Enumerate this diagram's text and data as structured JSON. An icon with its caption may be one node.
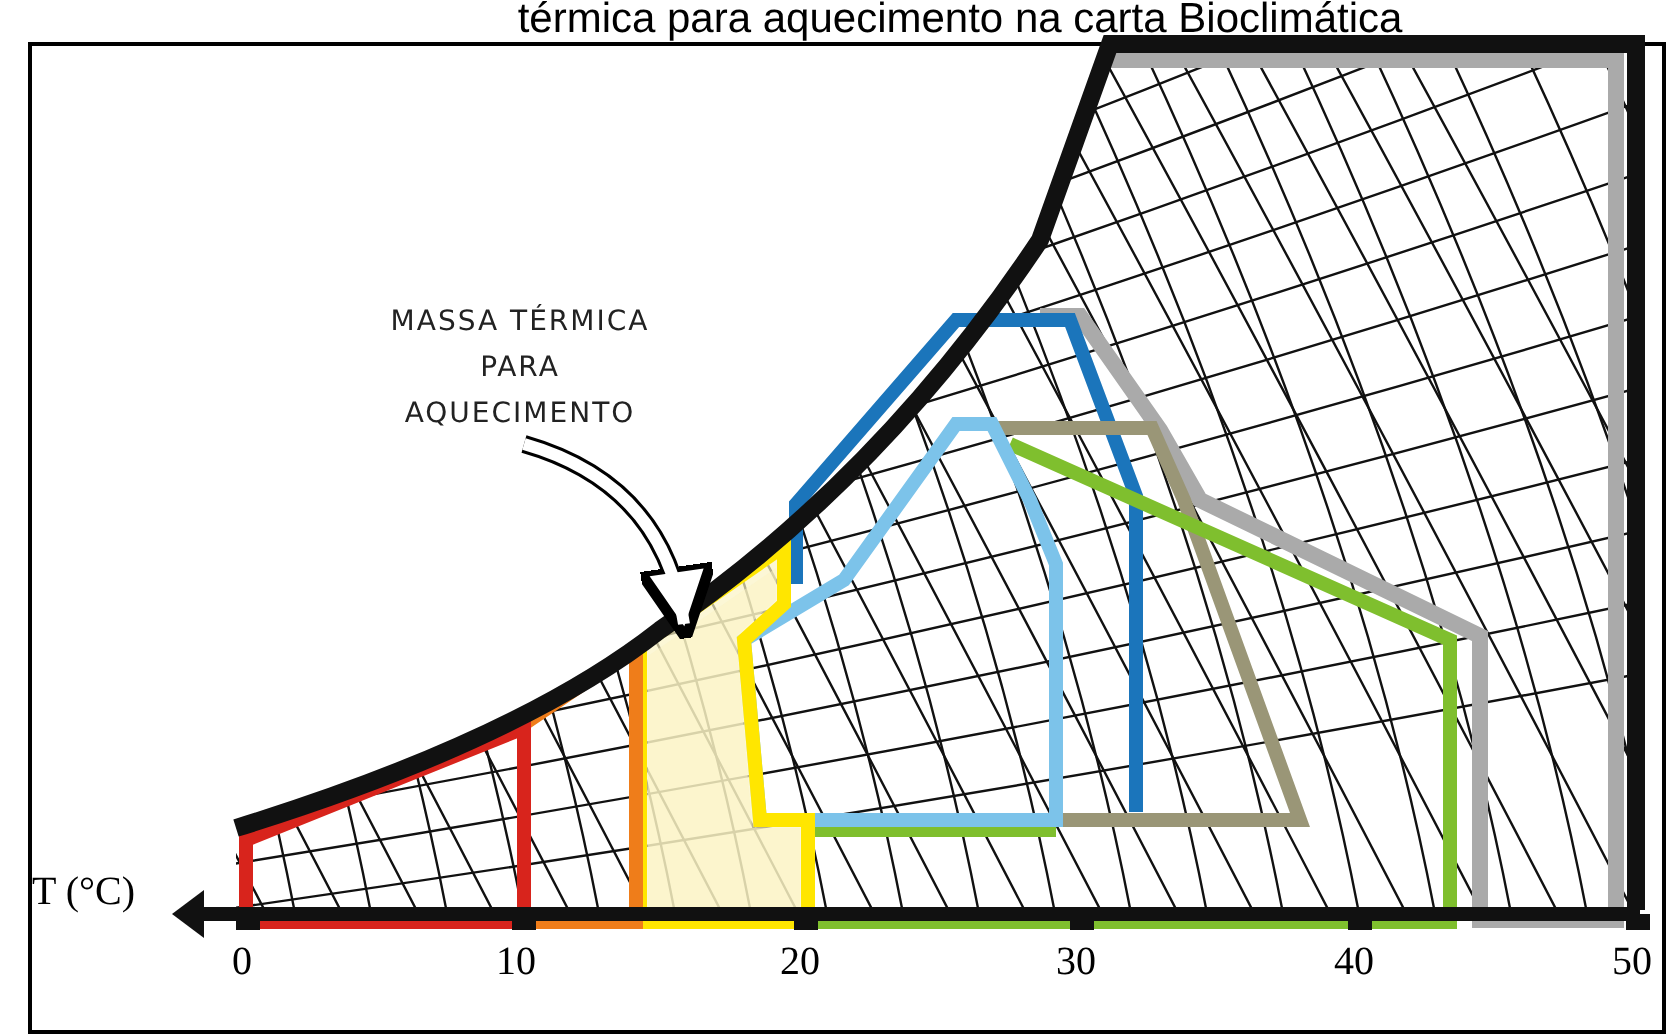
{
  "diagram": {
    "title": "térmica para aquecimento na carta Bioclimática",
    "nodes": [
      {
        "text": [
          "MASSA TÉRMICA PARA AQUECIMENTO"
        ]
      },
      {
        "text": [],
        "shape": "box"
      }
    ],
    "edges": [
      {
        "from": 0,
        "to": 1,
        "arrow": "to"
      }
    ],
    "labels": [
      "T (°C)",
      "0",
      "10",
      "20",
      "30",
      "40",
      "50"
    ]
  }
}
